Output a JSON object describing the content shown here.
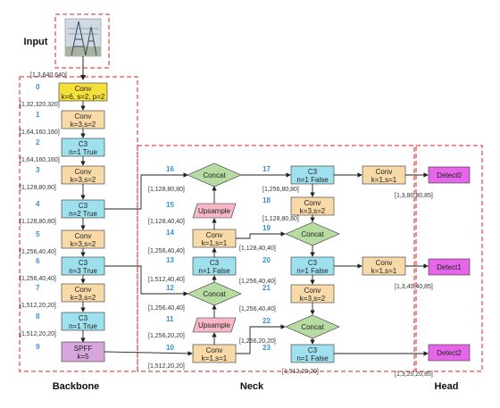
{
  "colors": {
    "conv": "#f8d9a8",
    "conv0": "#f5e03a",
    "c3": "#9fe0ee",
    "sppf": "#d7a6dc",
    "concat": "#b7dca2",
    "upsample": "#f6b7c6",
    "detect": "#e566e8",
    "border": "#d82020",
    "index": "#3a8fd6",
    "arrow": "#222222"
  },
  "sections": {
    "input": "Input",
    "backbone": "Backbone",
    "neck": "Neck",
    "head": "Head"
  },
  "input_shape": "[1,3,640,640]",
  "backbone": [
    {
      "id": "0",
      "l1": "Conv",
      "l2": "k=6, s=2, p=2",
      "out": "[1,32,320,320]"
    },
    {
      "id": "1",
      "l1": "Conv",
      "l2": "k=3,s=2",
      "out": "[1,64,160,160]"
    },
    {
      "id": "2",
      "l1": "C3",
      "l2": "n=1 True",
      "out": "[1,64,160,160]"
    },
    {
      "id": "3",
      "l1": "Conv",
      "l2": "k=3,s=2",
      "out": "[1,128,80,80]"
    },
    {
      "id": "4",
      "l1": "C3",
      "l2": "n=2 True",
      "out": "[1,128,80,80]"
    },
    {
      "id": "5",
      "l1": "Conv",
      "l2": "k=3,s=2",
      "out": "[1,256,40,40]"
    },
    {
      "id": "6",
      "l1": "C3",
      "l2": "n=3 True",
      "out": "[1,256,40,40]"
    },
    {
      "id": "7",
      "l1": "Conv",
      "l2": "k=3,s=2",
      "out": "[1,512,20,20]"
    },
    {
      "id": "8",
      "l1": "C3",
      "l2": "n=1 True",
      "out": "[1,512,20,20]"
    },
    {
      "id": "9",
      "l1": "SPFF",
      "l2": "k=5",
      "out": ""
    }
  ],
  "neck_left": {
    "n16": {
      "id": "16",
      "label": "Concat",
      "out": "[1,128,80,80]"
    },
    "n15": {
      "id": "15",
      "label": "Upsample",
      "out": "[1,128,40,40]"
    },
    "n14": {
      "id": "14",
      "l1": "Conv",
      "l2": "k=1,s=1",
      "out": "[1,256,40,40]"
    },
    "n13": {
      "id": "13",
      "l1": "C3",
      "l2": "n=1 False",
      "out": "[1,512,40,40]"
    },
    "n12": {
      "id": "12",
      "label": "Concat",
      "out": "[1,256,40,40]"
    },
    "n11": {
      "id": "11",
      "label": "Upsample",
      "out": "[1,256,20,20]"
    },
    "n10": {
      "id": "10",
      "l1": "Conv",
      "l2": "k=1,s=1",
      "out": "[1,512,20,20]"
    }
  },
  "neck_right": {
    "n17": {
      "id": "17",
      "l1": "C3",
      "l2": "n=1 False",
      "out": "[1,256,80,80]"
    },
    "n18": {
      "id": "18",
      "l1": "Conv",
      "l2": "k=3,s=2",
      "out": "[1,128,80,80]"
    },
    "n19": {
      "id": "19",
      "label": "Concat",
      "out": "[1,128,40,40]"
    },
    "n20": {
      "id": "20",
      "l1": "C3",
      "l2": "n=1 False",
      "out": "[1,256,40,40]"
    },
    "n21": {
      "id": "21",
      "l1": "Conv",
      "l2": "k=3,s=2",
      "out": "[1,256,40,40]"
    },
    "n22": {
      "id": "22",
      "label": "Concat",
      "out": "[1,256,20,20]"
    },
    "n23": {
      "id": "23",
      "l1": "C3",
      "l2": "n=1 False",
      "out": "[1,512,20,20]"
    }
  },
  "neck_pre_detect_labels": [
    "[1,512,20,20]"
  ],
  "head_convs": [
    {
      "l1": "Conv",
      "l2": "k=1,s=1",
      "out": "[1,3,80,80,85]"
    },
    {
      "l1": "Conv",
      "l2": "k=1,s=1",
      "out": "[1,3,40,40,85]"
    },
    {
      "l1": "",
      "l2": "",
      "out": "[1,3,20,20,85]"
    }
  ],
  "detect": [
    "Detect0",
    "Detect1",
    "Detect2"
  ]
}
